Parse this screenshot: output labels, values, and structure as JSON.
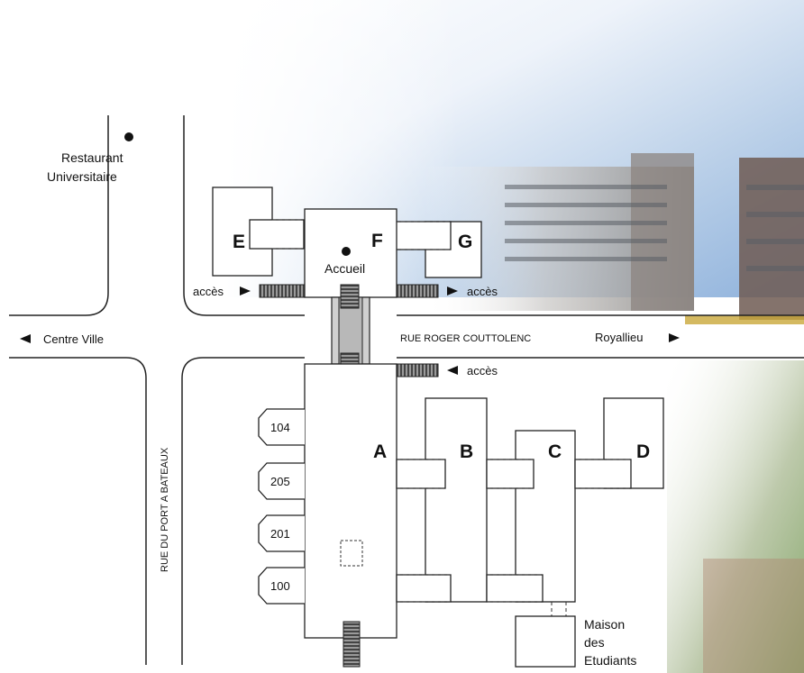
{
  "places": {
    "restaurant_line1": "Restaurant",
    "restaurant_line2": "Universitaire",
    "accueil": "Accueil",
    "maison_line1": "Maison",
    "maison_line2": "des",
    "maison_line3": "Etudiants"
  },
  "buildings": {
    "a": "A",
    "b": "B",
    "c": "C",
    "d": "D",
    "e": "E",
    "f": "F",
    "g": "G"
  },
  "rooms": [
    "104",
    "205",
    "201",
    "100"
  ],
  "streets": {
    "centre_ville": "Centre Ville",
    "roger_couttolenc": "RUE ROGER COUTTOLENC",
    "royallieu": "Royallieu",
    "port_a_bateaux": "RUE DU PORT A BATEAUX"
  },
  "access": {
    "left": "accès",
    "right": "accès",
    "lower": "accès"
  }
}
